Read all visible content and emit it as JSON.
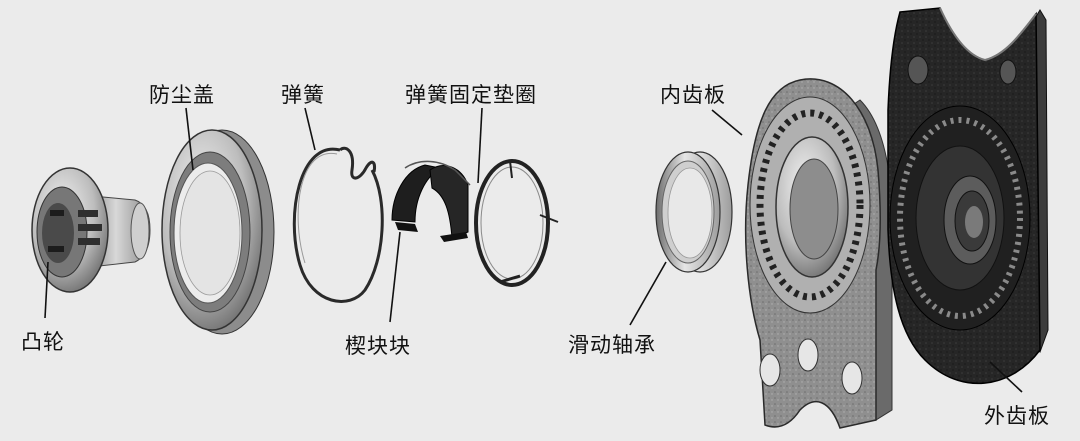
{
  "labels": {
    "cam": "凸轮",
    "dust_cover": "防尘盖",
    "spring": "弹簧",
    "spring_washer": "弹簧固定垫圈",
    "wedge": "楔块块",
    "inner_plate": "内齿板",
    "sliding_bearing": "滑动轴承",
    "outer_plate": "外齿板"
  },
  "colors": {
    "background": "#ebebeb",
    "metal_light": "#d6d6d6",
    "metal_mid": "#9a9a9a",
    "metal_dark": "#3a3a3a",
    "black_part": "#1e1e1e",
    "leader": "#111111"
  }
}
